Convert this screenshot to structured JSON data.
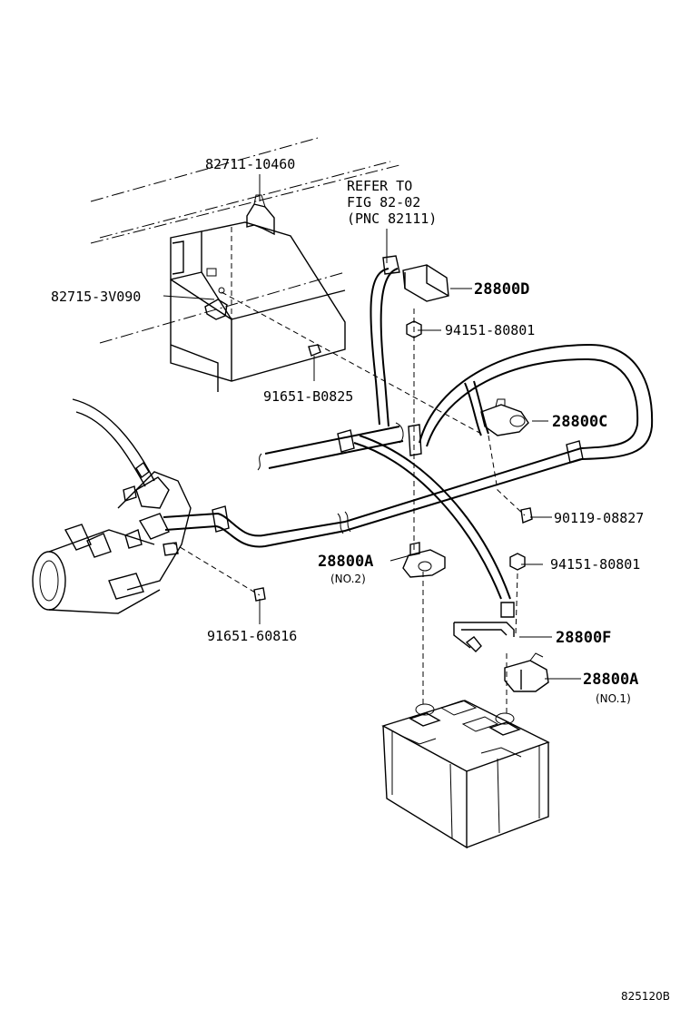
{
  "callouts": {
    "p82711": "82711-10460",
    "p82715": "82715-3V090",
    "p91651b": "91651-B0825",
    "refer1": "REFER TO",
    "refer2": "FIG 82-02",
    "refer3": "(PNC 82111)",
    "p28800d": "28800D",
    "p94151a": "94151-80801",
    "p28800c": "28800C",
    "p90119": "90119-08827",
    "p28800a2": "28800A",
    "p28800a2_sub": "(NO.2)",
    "p94151b": "94151-80801",
    "p91651_6": "91651-60816",
    "p28800f": "28800F",
    "p28800a1": "28800A",
    "p28800a1_sub": "(NO.1)"
  },
  "figure_code": "825120B"
}
